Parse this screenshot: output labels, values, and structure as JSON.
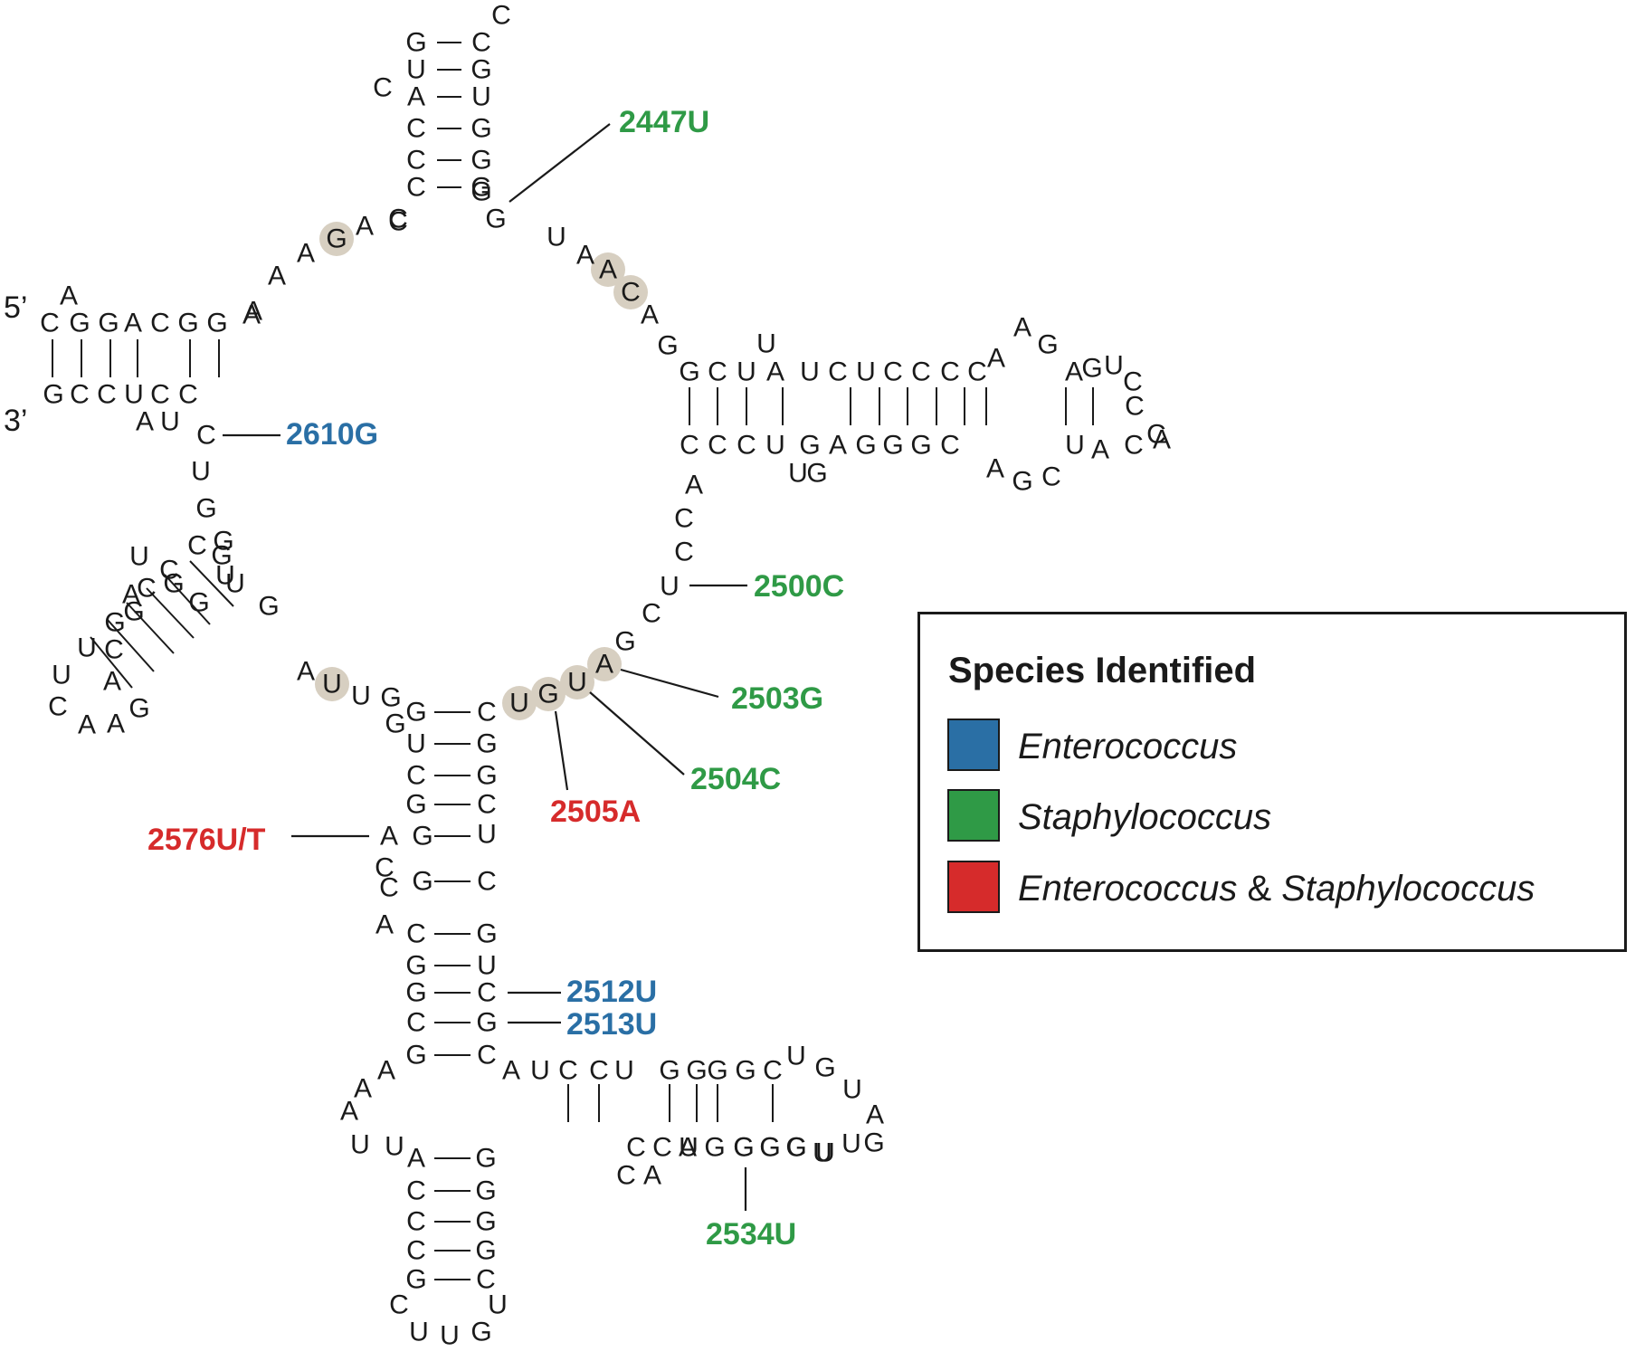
{
  "colors": {
    "enterococcus": "#2a6fa5",
    "staphylococcus": "#2f9a46",
    "both": "#d62b2b",
    "highlight": "#d7cfc1"
  },
  "ends": {
    "five_prime": "5’",
    "three_prime": "3’"
  },
  "mutations": {
    "m2447": {
      "label": "2447U",
      "group": "staphylococcus"
    },
    "m2610": {
      "label": "2610G",
      "group": "enterococcus"
    },
    "m2500": {
      "label": "2500C",
      "group": "staphylococcus"
    },
    "m2503": {
      "label": "2503G",
      "group": "staphylococcus"
    },
    "m2504": {
      "label": "2504C",
      "group": "staphylococcus"
    },
    "m2505": {
      "label": "2505A",
      "group": "both"
    },
    "m2576": {
      "label": "2576U/T",
      "group": "both"
    },
    "m2512": {
      "label": "2512U",
      "group": "enterococcus"
    },
    "m2513": {
      "label": "2513U",
      "group": "enterococcus"
    },
    "m2534": {
      "label": "2534U",
      "group": "staphylococcus"
    }
  },
  "legend": {
    "title": "Species Identified",
    "items": [
      {
        "group": "enterococcus",
        "parts": [
          {
            "text": "Enterococcus",
            "italic": true
          }
        ]
      },
      {
        "group": "staphylococcus",
        "parts": [
          {
            "text": "Staphylococcus",
            "italic": true
          }
        ]
      },
      {
        "group": "both",
        "parts": [
          {
            "text": "Enterococcus",
            "italic": true
          },
          {
            "text": " & ",
            "italic": false
          },
          {
            "text": "Staphylococcus",
            "italic": true
          }
        ]
      }
    ]
  },
  "nucleotides": [
    {
      "t": "G"
    },
    {
      "t": "C"
    },
    {
      "t": "C"
    },
    {
      "t": "U"
    },
    {
      "t": "G"
    },
    {
      "t": "C"
    },
    {
      "t": "A"
    },
    {
      "t": "U"
    },
    {
      "t": "C"
    },
    {
      "t": "G"
    },
    {
      "t": "C"
    },
    {
      "t": "G"
    },
    {
      "t": "C"
    },
    {
      "t": "G"
    },
    {
      "t": "C"
    },
    {
      "t": "G"
    },
    {
      "t": "G",
      "g": "staphylococcus"
    },
    {
      "t": "C"
    },
    {
      "t": "A"
    },
    {
      "t": "G",
      "hl": true
    },
    {
      "t": "A"
    },
    {
      "t": "A"
    },
    {
      "t": "A"
    },
    {
      "t": "U"
    },
    {
      "t": "A"
    },
    {
      "t": "A",
      "hl": true
    },
    {
      "t": "C",
      "hl": true
    },
    {
      "t": "A"
    },
    {
      "t": "G"
    },
    {
      "t": "A"
    },
    {
      "t": "C"
    },
    {
      "t": "G"
    },
    {
      "t": "G"
    },
    {
      "t": "A"
    },
    {
      "t": "C"
    },
    {
      "t": "G"
    },
    {
      "t": "G"
    },
    {
      "t": "A"
    },
    {
      "t": "G"
    },
    {
      "t": "C"
    },
    {
      "t": "C"
    },
    {
      "t": "U"
    },
    {
      "t": "C"
    },
    {
      "t": "C"
    },
    {
      "t": "A"
    },
    {
      "t": "U"
    },
    {
      "t": "C",
      "g": "enterococcus"
    },
    {
      "t": "U"
    },
    {
      "t": "G"
    },
    {
      "t": "G"
    },
    {
      "t": "G"
    },
    {
      "t": "C"
    },
    {
      "t": "U"
    },
    {
      "t": "U"
    },
    {
      "t": "A"
    },
    {
      "t": "U"
    },
    {
      "t": "C"
    },
    {
      "t": "U"
    },
    {
      "t": "C"
    },
    {
      "t": "C"
    },
    {
      "t": "C"
    },
    {
      "t": "C"
    },
    {
      "t": "A"
    },
    {
      "t": "A"
    },
    {
      "t": "G"
    },
    {
      "t": "A"
    },
    {
      "t": "G"
    },
    {
      "t": "U"
    },
    {
      "t": "C"
    },
    {
      "t": "C"
    },
    {
      "t": "C"
    },
    {
      "t": "C"
    },
    {
      "t": "C"
    },
    {
      "t": "C"
    },
    {
      "t": "U"
    },
    {
      "t": "U"
    },
    {
      "t": "G"
    },
    {
      "t": "G"
    },
    {
      "t": "A"
    },
    {
      "t": "G"
    },
    {
      "t": "G"
    },
    {
      "t": "G"
    },
    {
      "t": "C"
    },
    {
      "t": "A"
    },
    {
      "t": "G"
    },
    {
      "t": "C"
    },
    {
      "t": "U"
    },
    {
      "t": "A"
    },
    {
      "t": "C"
    },
    {
      "t": "A"
    },
    {
      "t": "A"
    },
    {
      "t": "C"
    },
    {
      "t": "C"
    },
    {
      "t": "U",
      "g": "staphylococcus"
    },
    {
      "t": "C"
    },
    {
      "t": "G"
    },
    {
      "t": "A",
      "g": "staphylococcus",
      "hl": true
    },
    {
      "t": "U",
      "g": "staphylococcus",
      "hl": true
    },
    {
      "t": "G",
      "g": "both",
      "hl": true
    },
    {
      "t": "U",
      "hl": true
    },
    {
      "t": "A"
    },
    {
      "t": "G"
    },
    {
      "t": "U"
    },
    {
      "t": "U"
    },
    {
      "t": "C"
    },
    {
      "t": "A"
    },
    {
      "t": "A"
    },
    {
      "t": "G"
    },
    {
      "t": "A"
    },
    {
      "t": "C"
    },
    {
      "t": "G"
    },
    {
      "t": "C"
    },
    {
      "t": "U"
    },
    {
      "t": "G"
    },
    {
      "t": "G"
    },
    {
      "t": "U"
    },
    {
      "t": "C"
    },
    {
      "t": "C"
    },
    {
      "t": "G"
    },
    {
      "t": "U"
    },
    {
      "t": "G"
    },
    {
      "t": "A"
    },
    {
      "t": "U",
      "hl": true
    },
    {
      "t": "U"
    },
    {
      "t": "G"
    },
    {
      "t": "G"
    },
    {
      "t": "C"
    },
    {
      "t": "G"
    },
    {
      "t": "U"
    },
    {
      "t": "G"
    },
    {
      "t": "C"
    },
    {
      "t": "G"
    },
    {
      "t": "G"
    },
    {
      "t": "C"
    },
    {
      "t": "A"
    },
    {
      "t": "G",
      "g": "both"
    },
    {
      "t": "U"
    },
    {
      "t": "C"
    },
    {
      "t": "C"
    },
    {
      "t": "G"
    },
    {
      "t": "C"
    },
    {
      "t": "A"
    },
    {
      "t": "C"
    },
    {
      "t": "G"
    },
    {
      "t": "G"
    },
    {
      "t": "U"
    },
    {
      "t": "G"
    },
    {
      "t": "C",
      "g": "enterococcus"
    },
    {
      "t": "C"
    },
    {
      "t": "G",
      "g": "enterococcus"
    },
    {
      "t": "G"
    },
    {
      "t": "C"
    },
    {
      "t": "A"
    },
    {
      "t": "A"
    },
    {
      "t": "A"
    },
    {
      "t": "U"
    },
    {
      "t": "U"
    },
    {
      "t": "A"
    },
    {
      "t": "G"
    },
    {
      "t": "C"
    },
    {
      "t": "G"
    },
    {
      "t": "C"
    },
    {
      "t": "G"
    },
    {
      "t": "C"
    },
    {
      "t": "G"
    },
    {
      "t": "G"
    },
    {
      "t": "C"
    },
    {
      "t": "C"
    },
    {
      "t": "U"
    },
    {
      "t": "U"
    },
    {
      "t": "U"
    },
    {
      "t": "G"
    },
    {
      "t": "A"
    },
    {
      "t": "U"
    },
    {
      "t": "C"
    },
    {
      "t": "C"
    },
    {
      "t": "U"
    },
    {
      "t": "G"
    },
    {
      "t": "G"
    },
    {
      "t": "G"
    },
    {
      "t": "G"
    },
    {
      "t": "C"
    },
    {
      "t": "U"
    },
    {
      "t": "G"
    },
    {
      "t": "U"
    },
    {
      "t": "A"
    },
    {
      "t": "G"
    },
    {
      "t": "U"
    },
    {
      "t": "U"
    },
    {
      "t": "G"
    },
    {
      "t": "G"
    },
    {
      "t": "G"
    },
    {
      "t": "G"
    },
    {
      "t": "A"
    },
    {
      "t": "A"
    },
    {
      "t": "C"
    },
    {
      "t": "C"
    },
    {
      "t": "C"
    },
    {
      "t": "U",
      "g": "staphylococcus"
    },
    {
      "t": "G"
    },
    {
      "t": "G"
    },
    {
      "t": "C"
    },
    {
      "t": "U"
    }
  ]
}
